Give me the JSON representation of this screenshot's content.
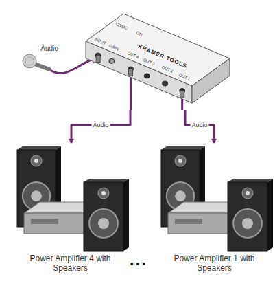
{
  "diagram": {
    "nodes": [
      {
        "text": [
          "KRAMER TOOLS"
        ]
      },
      {
        "text": [
          "Power Amplifier 4 with Speakers"
        ]
      },
      {
        "text": [
          "Power Amplifier 1 with Speakers"
        ]
      }
    ],
    "edges": [
      {
        "from": 0,
        "to": 1,
        "arrow": "to",
        "label": "Audio"
      },
      {
        "from": 0,
        "to": 2,
        "arrow": "to",
        "label": "Audio"
      }
    ],
    "labels": [
      "Audio",
      "INPUT",
      "GAIN",
      "OUT 4",
      "OUT 3",
      "OUT 2",
      "OUT 1",
      "12VDC",
      "ON",
      "• • •"
    ]
  }
}
